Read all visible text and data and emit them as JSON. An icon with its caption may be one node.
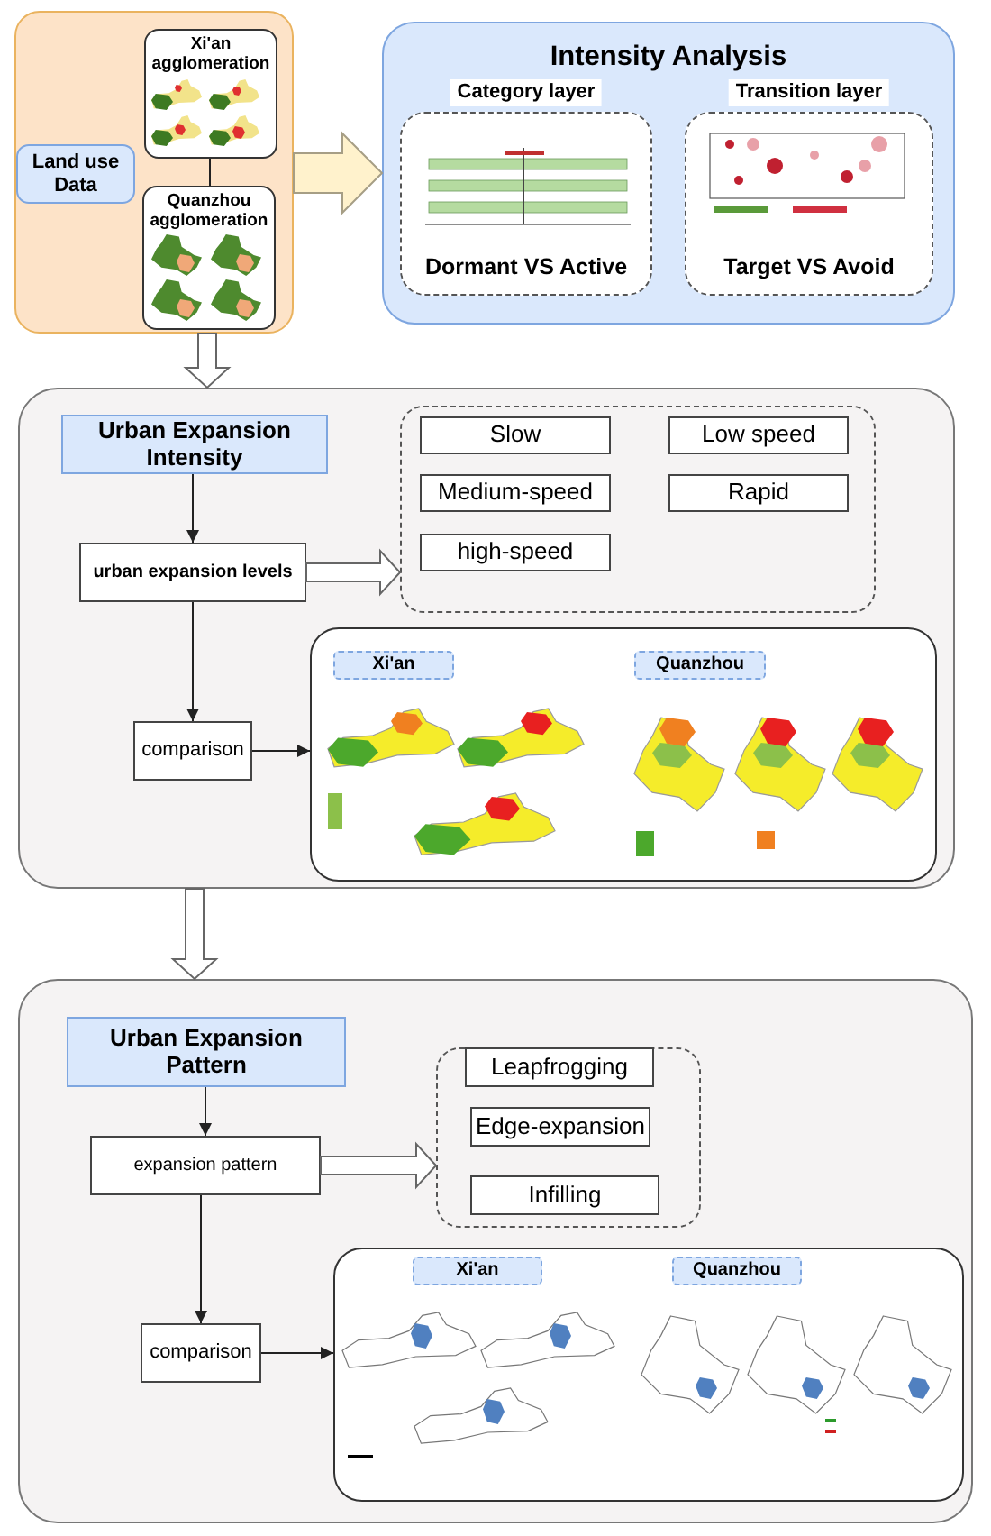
{
  "diagram": {
    "nodes": [
      {
        "text": [],
        "shape": "box"
      },
      {
        "text": [
          "Land use Data"
        ],
        "in": 0
      },
      {
        "text": [
          "Xi'an agglomeration"
        ],
        "in": 0
      },
      {
        "text": [
          "Quanzhou agglomeration"
        ],
        "in": 0
      },
      {
        "text": [
          "Intensity Analysis"
        ]
      },
      {
        "text": [
          "Category layer",
          "Dormant VS Active"
        ],
        "in": 4
      },
      {
        "text": [
          "Transition layer",
          "Target VS Avoid"
        ],
        "in": 4
      },
      {
        "text": [],
        "shape": "box"
      },
      {
        "text": [
          "Urban Expansion Intensity"
        ],
        "in": 7
      },
      {
        "text": [
          "urban expansion levels"
        ],
        "in": 7
      },
      {
        "text": [],
        "shape": "box",
        "in": 7
      },
      {
        "text": [
          "Slow"
        ],
        "in": 10
      },
      {
        "text": [
          "Low speed"
        ],
        "in": 10
      },
      {
        "text": [
          "Medium-speed"
        ],
        "in": 10
      },
      {
        "text": [
          "Rapid"
        ],
        "in": 10
      },
      {
        "text": [
          "high-speed"
        ],
        "in": 10
      },
      {
        "text": [
          "comparison"
        ],
        "in": 7
      },
      {
        "text": [],
        "shape": "box",
        "in": 7
      },
      {
        "text": [
          "Xi'an"
        ],
        "in": 17
      },
      {
        "text": [
          "Quanzhou"
        ],
        "in": 17
      },
      {
        "text": [],
        "shape": "box"
      },
      {
        "text": [
          "Urban Expansion Pattern"
        ],
        "in": 20
      },
      {
        "text": [
          "expansion pattern"
        ],
        "in": 20
      },
      {
        "text": [],
        "shape": "box",
        "in": 20
      },
      {
        "text": [
          "Leapfrogging"
        ],
        "in": 23
      },
      {
        "text": [
          "Edge-expansion"
        ],
        "in": 23
      },
      {
        "text": [
          "Infilling"
        ],
        "in": 23
      },
      {
        "text": [
          "comparison"
        ],
        "in": 20
      },
      {
        "text": [],
        "shape": "box",
        "in": 20
      },
      {
        "text": [
          "Xi'an"
        ],
        "in": 28
      },
      {
        "text": [
          "Quanzhou"
        ],
        "in": 28
      }
    ],
    "edges": [
      {
        "from": 2,
        "to": 3,
        "arrow": "none"
      },
      {
        "from": 0,
        "to": 4,
        "arrow": "to",
        "style": "thick",
        "color": "#fff2cc"
      },
      {
        "from": 0,
        "to": 7,
        "arrow": "to",
        "style": "thick"
      },
      {
        "from": 8,
        "to": 9,
        "arrow": "to"
      },
      {
        "from": 9,
        "to": 10,
        "arrow": "to",
        "style": "thick"
      },
      {
        "from": 9,
        "to": 16,
        "arrow": "to"
      },
      {
        "from": 16,
        "to": 17,
        "arrow": "to"
      },
      {
        "from": 7,
        "to": 20,
        "arrow": "to",
        "style": "thick"
      },
      {
        "from": 21,
        "to": 22,
        "arrow": "to"
      },
      {
        "from": 22,
        "to": 23,
        "arrow": "to",
        "style": "thick"
      },
      {
        "from": 22,
        "to": 27,
        "arrow": "to"
      },
      {
        "from": 27,
        "to": 28,
        "arrow": "to"
      }
    ]
  }
}
